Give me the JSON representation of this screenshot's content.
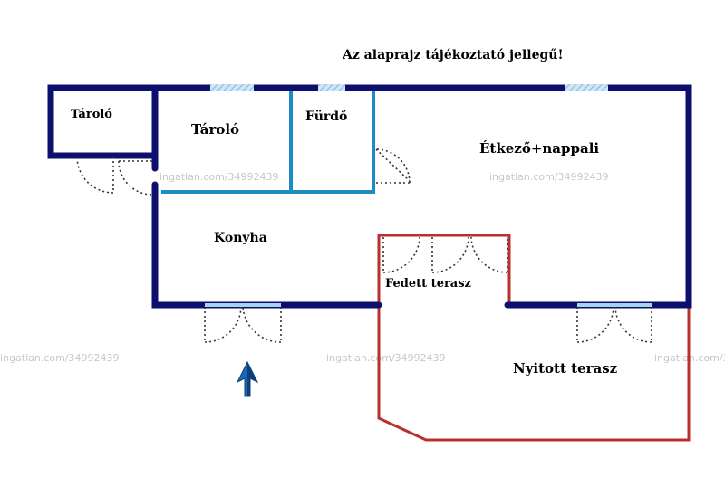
{
  "notice": "Az alaprajz tájékoztató jellegű!",
  "rooms": {
    "storage_small": "Tároló",
    "storage": "Tároló",
    "bathroom": "Fürdő",
    "dining_living": "Étkező+nappali",
    "kitchen": "Konyha",
    "covered_terrace": "Fedett terasz",
    "open_terrace": "Nyitott terasz"
  },
  "watermark": "ingatlan.com/34992439",
  "colors": {
    "outer_wall": "#0c0f6e",
    "inner_wall": "#1f8bc3",
    "terrace_outline": "#b8312f",
    "window_fill": "#a6d3ee",
    "compass_arrow": "#1c68b8"
  },
  "icons": {
    "compass": "north-arrow-icon"
  }
}
